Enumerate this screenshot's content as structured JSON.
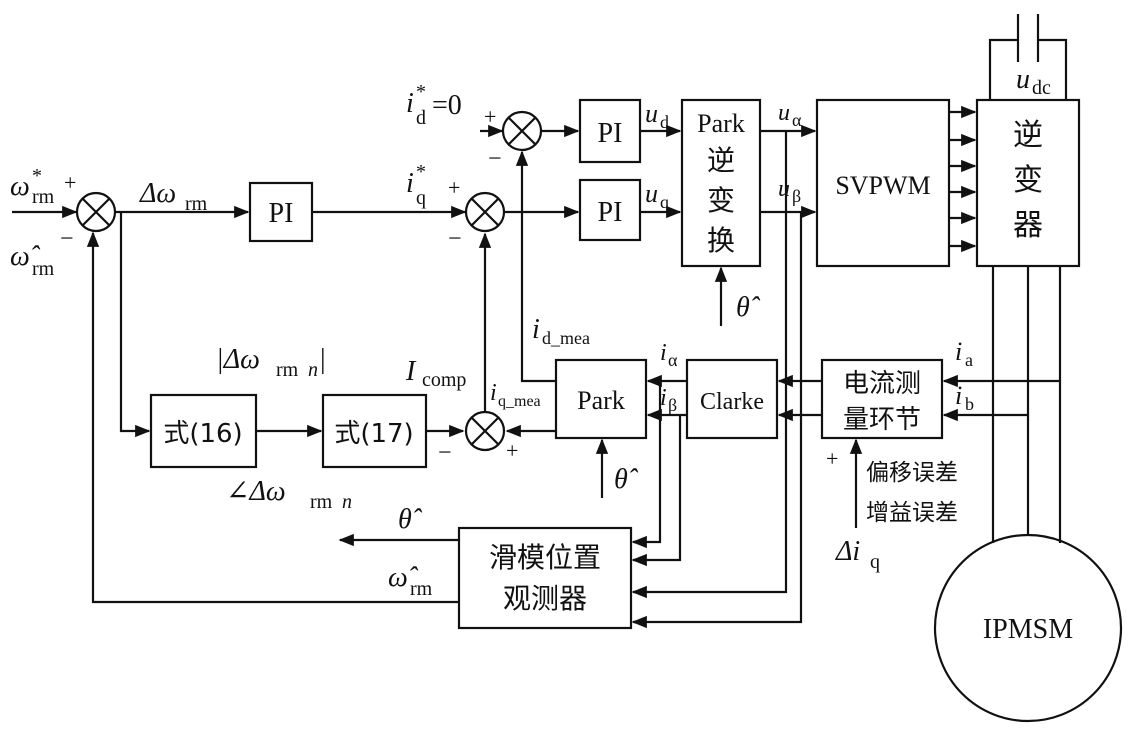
{
  "blocks": {
    "pi_speed": "PI",
    "pi_d": "PI",
    "pi_q": "PI",
    "park_inv": [
      "Park",
      "逆",
      "变",
      "换"
    ],
    "svpwm": "SVPWM",
    "inverter": [
      "逆",
      "变",
      "器"
    ],
    "park": "Park",
    "clarke": "Clarke",
    "current_measure": [
      "电流测",
      "量环节"
    ],
    "eq16": "式(16)",
    "eq17": "式(17)",
    "smo": [
      "滑模位置",
      "观测器"
    ],
    "motor": "IPMSM"
  },
  "signals": {
    "omega_ref": "ω",
    "omega_ref_sup": "*",
    "omega_ref_sub": "rm",
    "omega_hat": "ω̂",
    "omega_hat_sub": "rm",
    "delta_omega": "Δω",
    "delta_omega_sub": "rm",
    "id_ref": "i",
    "id_ref_sub": "d",
    "id_ref_sup": "*",
    "id_ref_value": "=0",
    "iq_ref": "i",
    "iq_ref_sub": "q",
    "iq_ref_sup": "*",
    "ud": "u",
    "ud_sub": "d",
    "uq": "u",
    "uq_sub": "q",
    "ualpha": "u",
    "ualpha_sub": "α",
    "ubeta": "u",
    "ubeta_sub": "β",
    "udc": "u",
    "udc_sub": "dc",
    "theta_hat": "θ̂",
    "id_mea": "i",
    "id_mea_sub": "d_mea",
    "iq_mea": "i",
    "iq_mea_sub": "q_mea",
    "ialpha": "i",
    "ialpha_sub": "α",
    "ibeta": "i",
    "ibeta_sub": "β",
    "ia": "i",
    "ia_sub": "a",
    "ib": "i",
    "ib_sub": "b",
    "icomp": "I",
    "icomp_sub": "comp",
    "mag_delta": "|Δω",
    "mag_delta_sub": "rm",
    "mag_delta_n": "n",
    "mag_delta_close": "|",
    "ang_delta": "∠Δω",
    "ang_delta_sub": "rm",
    "ang_delta_n": "n",
    "offset_error": "偏移误差",
    "gain_error": "增益误差",
    "delta_iq": "Δi",
    "delta_iq_sub": "q",
    "plus": "+",
    "minus": "−"
  }
}
